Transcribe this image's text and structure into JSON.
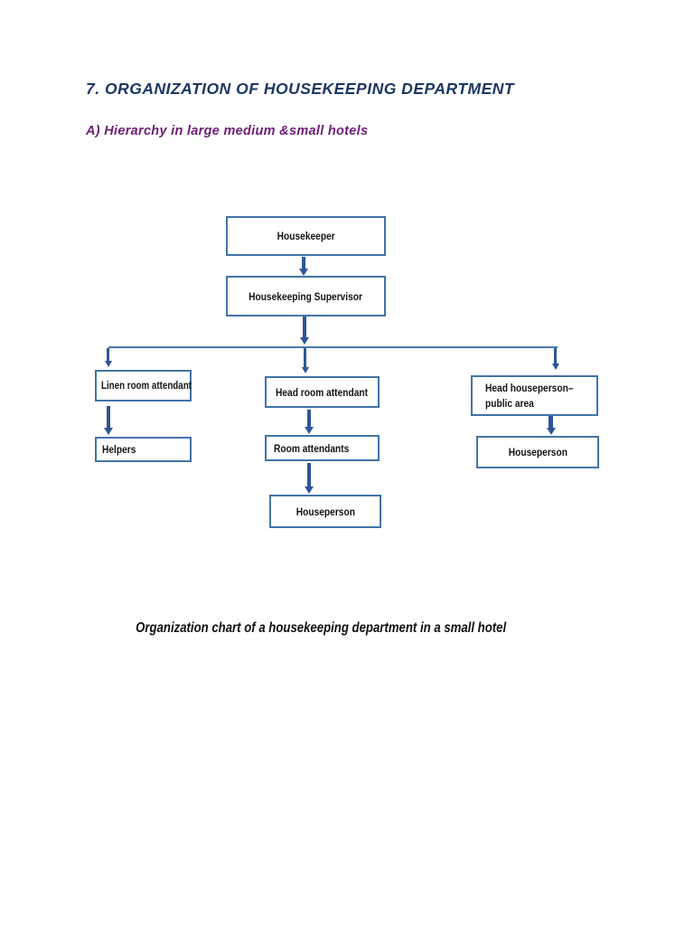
{
  "page": {
    "title": "7. ORGANIZATION OF HOUSEKEEPING DEPARTMENT",
    "subtitle": "A) Hierarchy in large medium &small hotels",
    "caption": "Organization chart of a housekeeping department in a small hotel"
  },
  "colors": {
    "title_navy": "#1b3864",
    "subtitle_purple": "#6e2077",
    "box_border_blue": "#4273a8",
    "arrow_blue": "#2e5597",
    "text_black": "#141414",
    "page_background": "#ffffff"
  },
  "org_chart": {
    "type": "org-chart",
    "nodes": {
      "housekeeper": {
        "label": "Housekeeper"
      },
      "housekeeping_supervisor": {
        "label": "Housekeeping Supervisor"
      },
      "linen_room_attendant": {
        "label": "Linen room attendant"
      },
      "helpers": {
        "label": "Helpers"
      },
      "head_room_attendant": {
        "label": "Head room attendant"
      },
      "room_attendants": {
        "label": "Room attendants"
      },
      "houseperson_center": {
        "label": "Houseperson"
      },
      "head_houseperson": {
        "label": "Head houseperson– public area",
        "line1": "Head houseperson–",
        "line2": "public area"
      },
      "houseperson_right": {
        "label": "Houseperson"
      }
    },
    "edges": [
      {
        "from": "housekeeper",
        "to": "housekeeping_supervisor"
      },
      {
        "from": "housekeeping_supervisor",
        "to": "linen_room_attendant"
      },
      {
        "from": "housekeeping_supervisor",
        "to": "head_room_attendant"
      },
      {
        "from": "housekeeping_supervisor",
        "to": "head_houseperson"
      },
      {
        "from": "linen_room_attendant",
        "to": "helpers"
      },
      {
        "from": "head_room_attendant",
        "to": "room_attendants"
      },
      {
        "from": "room_attendants",
        "to": "houseperson_center"
      },
      {
        "from": "head_houseperson",
        "to": "houseperson_right"
      }
    ]
  }
}
